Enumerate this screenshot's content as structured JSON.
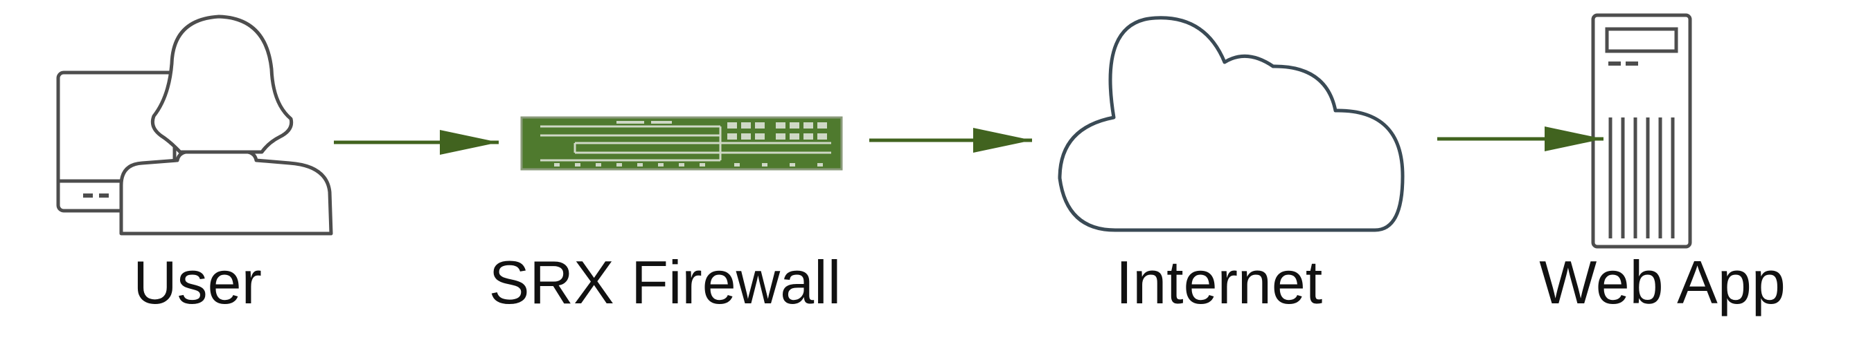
{
  "colors": {
    "arrow": "#41631f",
    "icon_stroke": "#4d4d4d",
    "firewall_body": "#4f7a2e",
    "firewall_detail": "#cfd8c6",
    "label": "#111111"
  },
  "nodes": [
    {
      "id": "user",
      "label": "User",
      "icon": "user-at-computer-icon"
    },
    {
      "id": "firewall",
      "label": "SRX Firewall",
      "icon": "firewall-appliance-icon"
    },
    {
      "id": "internet",
      "label": "Internet",
      "icon": "cloud-icon"
    },
    {
      "id": "webapp",
      "label": "Web App",
      "icon": "server-tower-icon"
    }
  ],
  "edges": [
    {
      "from": "user",
      "to": "firewall"
    },
    {
      "from": "firewall",
      "to": "internet"
    },
    {
      "from": "internet",
      "to": "webapp"
    }
  ]
}
